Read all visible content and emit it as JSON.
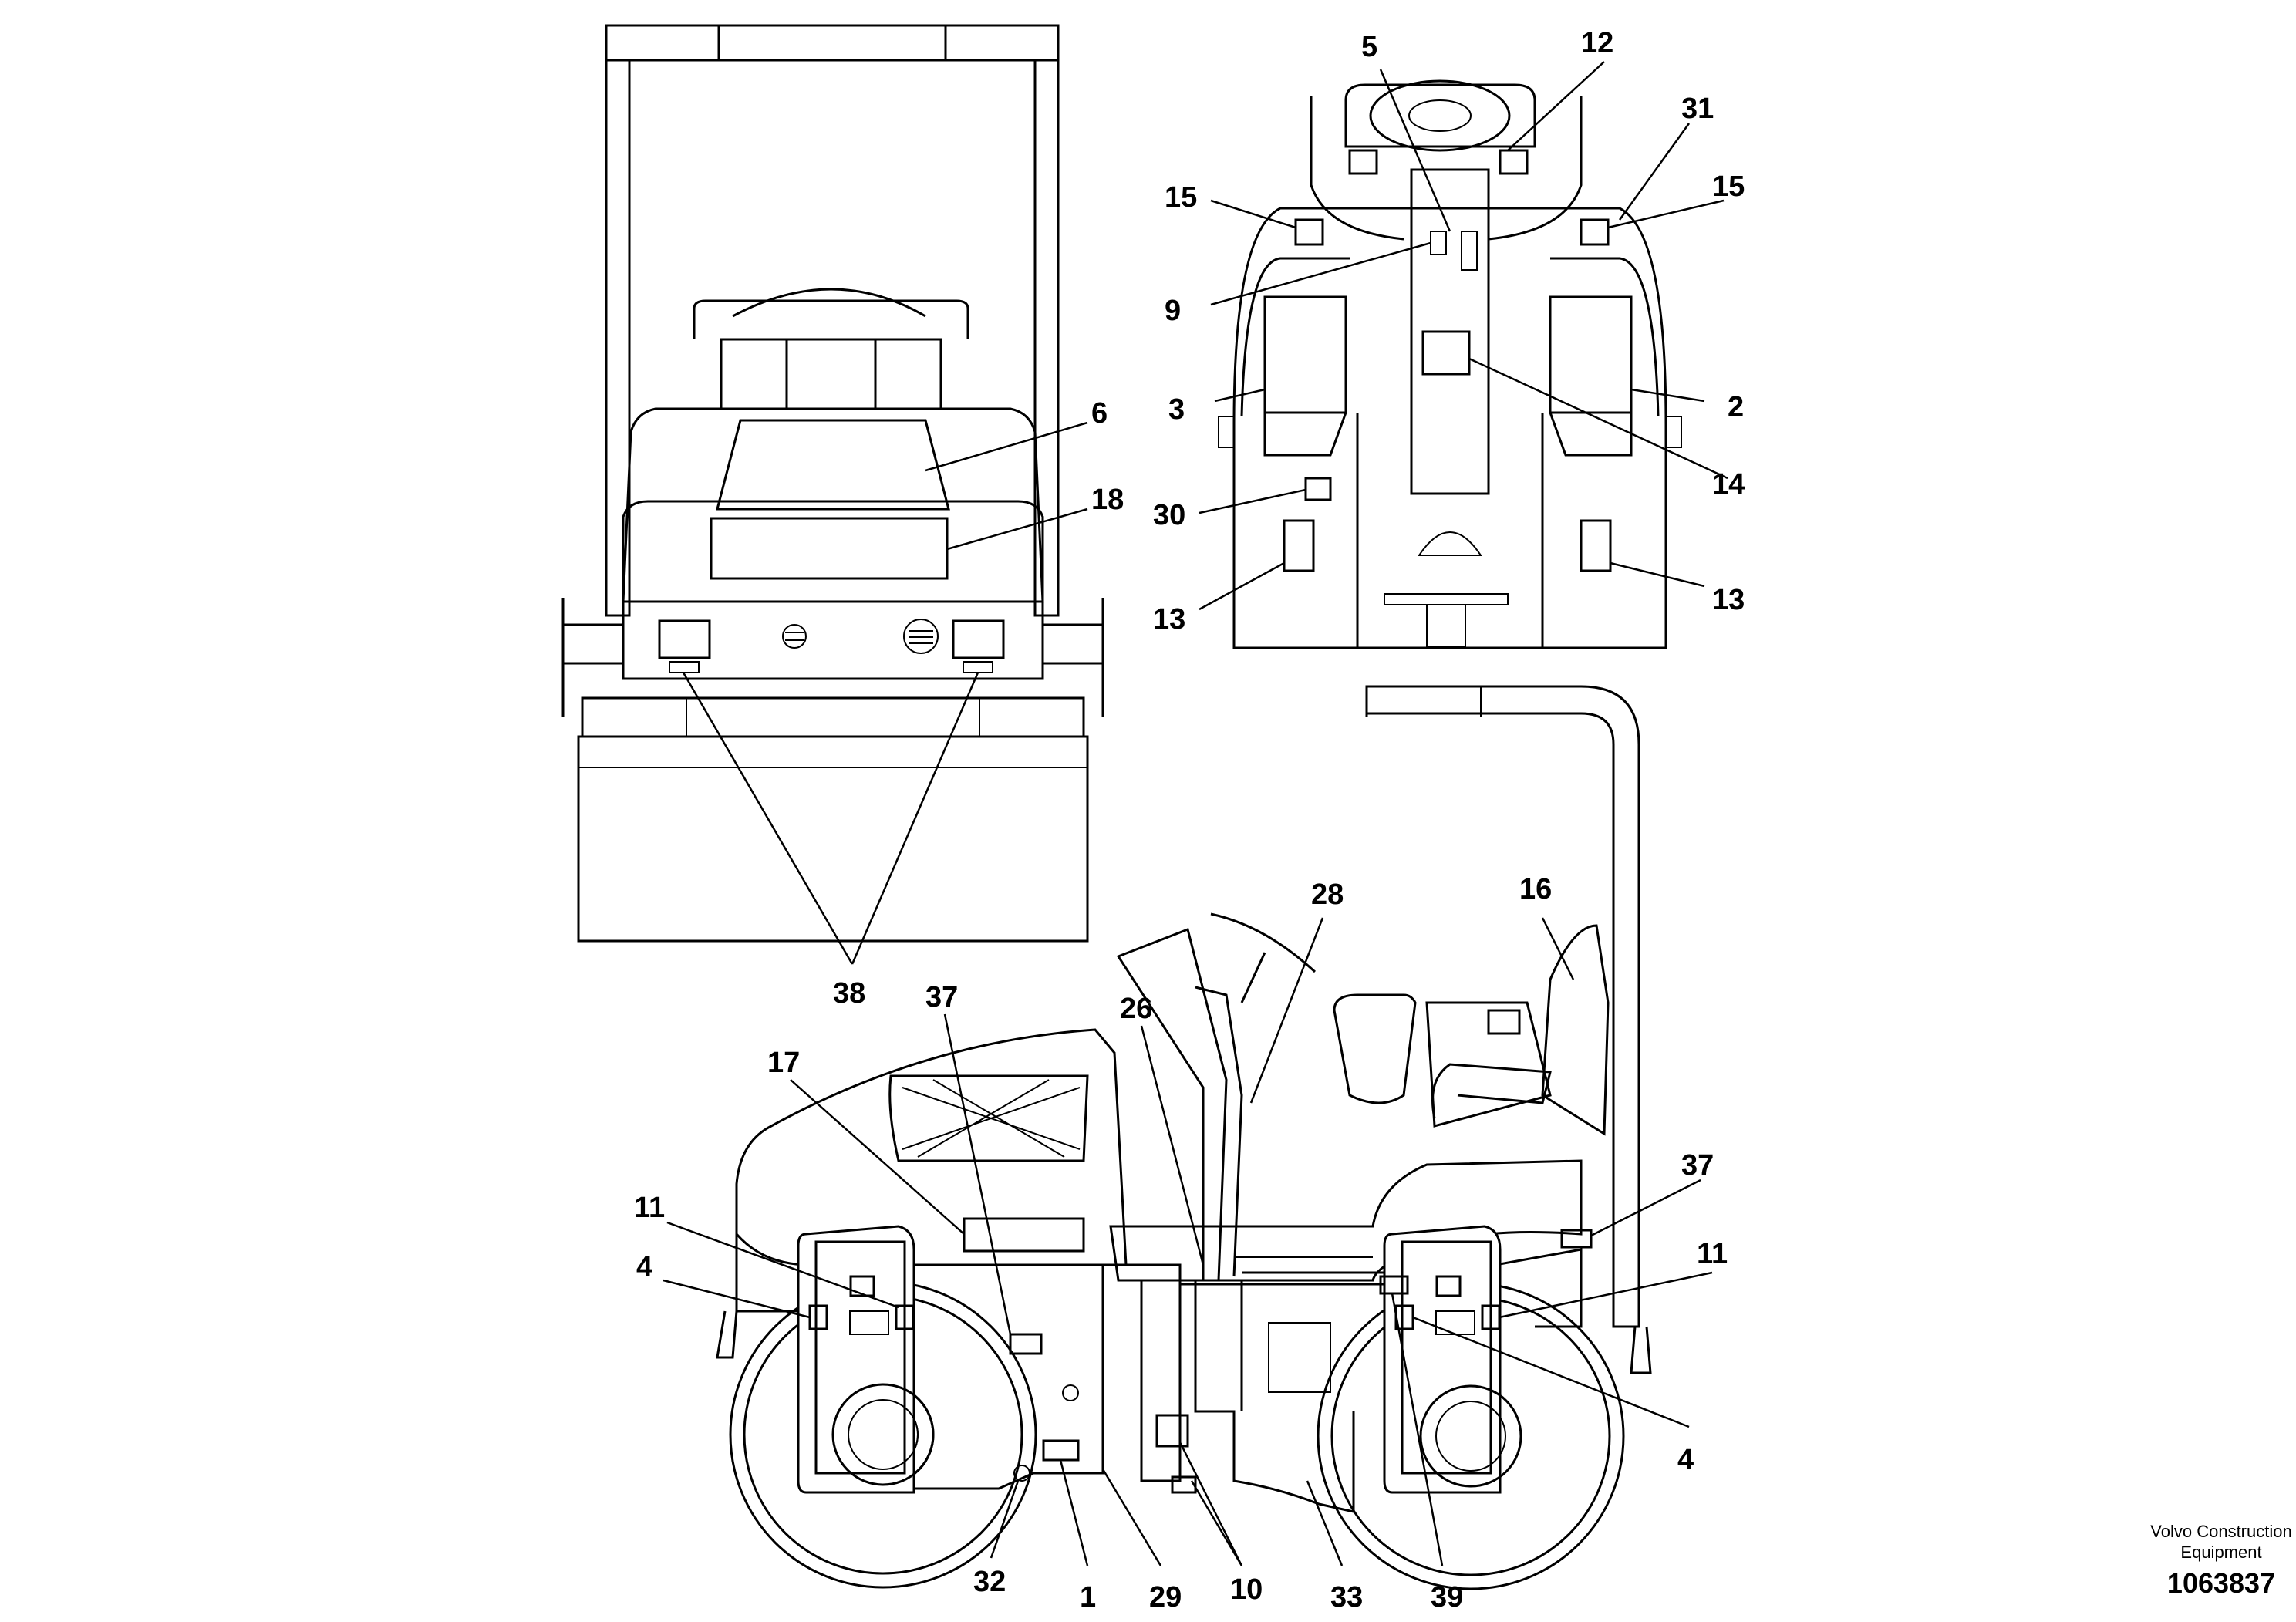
{
  "callouts": {
    "c5": "5",
    "c12": "12",
    "c31": "31",
    "c15a": "15",
    "c15b": "15",
    "c9": "9",
    "c3": "3",
    "c2": "2",
    "c14": "14",
    "c30": "30",
    "c13a": "13",
    "c13b": "13",
    "c6": "6",
    "c18": "18",
    "c38": "38",
    "c28": "28",
    "c16": "16",
    "c37a": "37",
    "c26": "26",
    "c17": "17",
    "c11a": "11",
    "c4a": "4",
    "c37b": "37",
    "c11b": "11",
    "c4b": "4",
    "c32": "32",
    "c1": "1",
    "c29": "29",
    "c10": "10",
    "c33": "33",
    "c39": "39"
  },
  "credit": {
    "line1": "Volvo Construction",
    "line2": "Equipment",
    "part_number": "1063837"
  }
}
